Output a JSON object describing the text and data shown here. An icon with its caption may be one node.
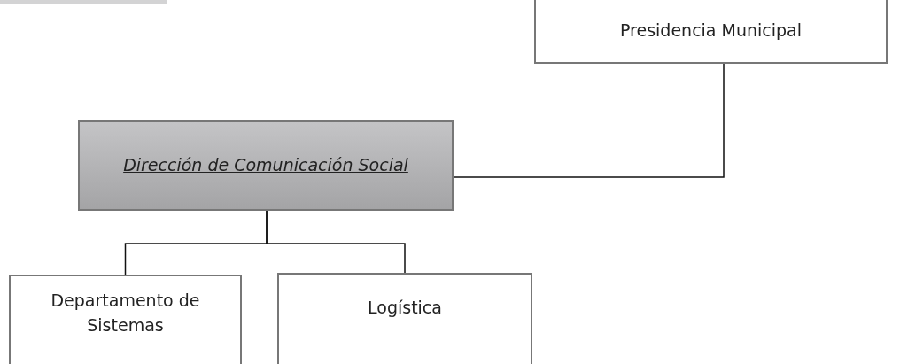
{
  "diagram": {
    "nodes": [
      {
        "text": [
          "Presidencia Municipal"
        ]
      },
      {
        "text": [
          "Dirección de Comunicación Social"
        ]
      },
      {
        "text": [
          "Departamento de Sistemas"
        ]
      },
      {
        "text": [
          "Logística"
        ]
      }
    ],
    "edges": [
      {
        "from": 0,
        "to": 1,
        "arrow": "none"
      },
      {
        "from": 1,
        "to": 2,
        "arrow": "none"
      },
      {
        "from": 1,
        "to": 3,
        "arrow": "none"
      }
    ]
  }
}
